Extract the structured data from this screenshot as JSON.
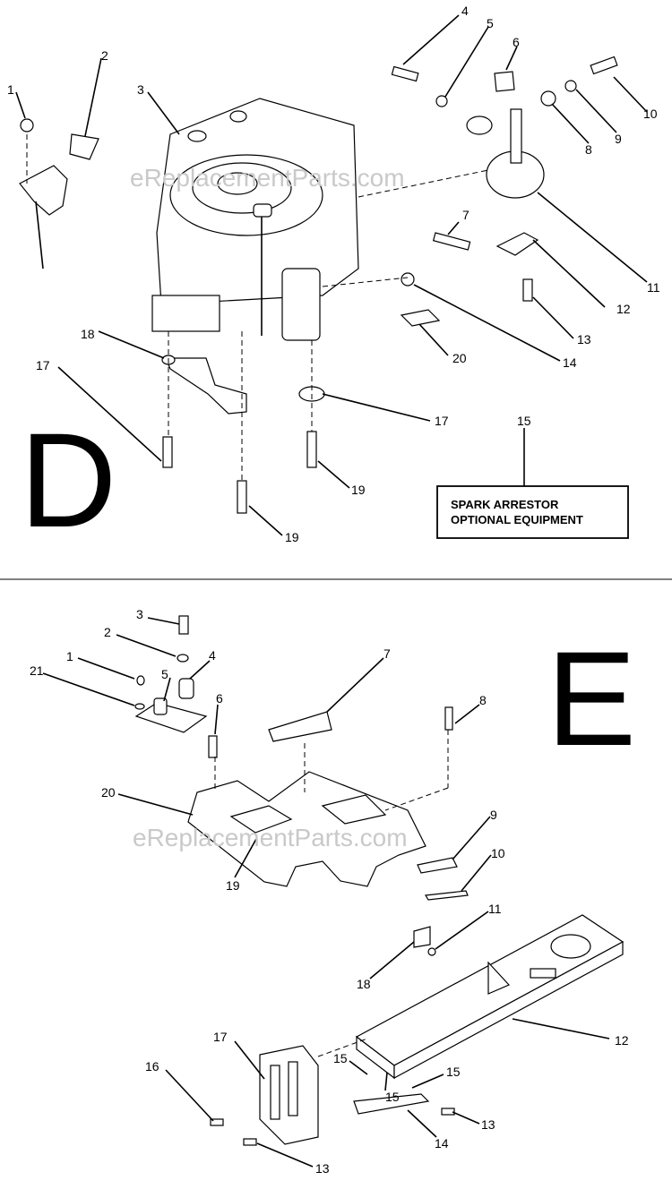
{
  "watermark": "eReplacementParts.com",
  "sections": [
    {
      "letter": "D",
      "note_lines": [
        "SPARK ARRESTOR",
        "OPTIONAL EQUIPMENT"
      ],
      "callouts": [
        "1",
        "2",
        "3",
        "4",
        "5",
        "6",
        "7",
        "8",
        "9",
        "10",
        "11",
        "12",
        "13",
        "14",
        "15",
        "17",
        "17",
        "18",
        "19",
        "19",
        "20"
      ]
    },
    {
      "letter": "E",
      "callouts": [
        "1",
        "2",
        "3",
        "4",
        "5",
        "6",
        "7",
        "8",
        "9",
        "10",
        "11",
        "12",
        "13",
        "13",
        "14",
        "15",
        "15",
        "15",
        "16",
        "17",
        "18",
        "19",
        "20",
        "21"
      ]
    }
  ]
}
